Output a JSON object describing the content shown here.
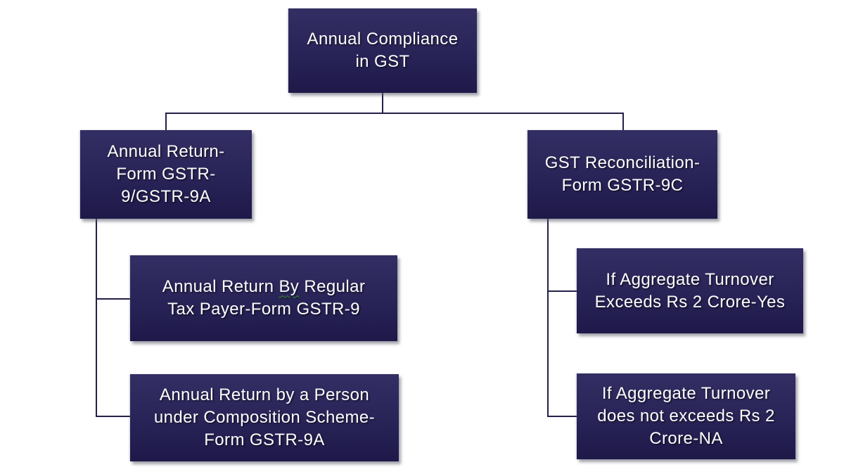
{
  "palette": {
    "canvas_bg": "#ffffff",
    "box_top": "#332e63",
    "box_mid": "#2a2559",
    "box_bottom": "#1e1949",
    "text_color": "#fdfdfd",
    "connector_color": "#232048",
    "spellcheck_squiggle": "#2e8f2e"
  },
  "nodes": {
    "root": {
      "label": "Annual Compliance\nin GST"
    },
    "annual_return": {
      "label": "Annual Return-\nForm GSTR-\n9/GSTR-9A"
    },
    "gst_reconciliation": {
      "label": "GST Reconciliation-\nForm GSTR-9C"
    },
    "regular_taxpayer": {
      "pre": "Annual Return ",
      "flagged": "By",
      "post": " Regular\nTax Payer-Form GSTR-9"
    },
    "composition_scheme": {
      "label": "Annual Return by a Person\nunder Composition Scheme-\nForm GSTR-9A"
    },
    "turnover_exceeds": {
      "label": "If Aggregate Turnover\nExceeds Rs 2 Crore-Yes"
    },
    "turnover_not_exceeds": {
      "label": "If Aggregate Turnover\ndoes not exceeds Rs 2\nCrore-NA"
    }
  }
}
